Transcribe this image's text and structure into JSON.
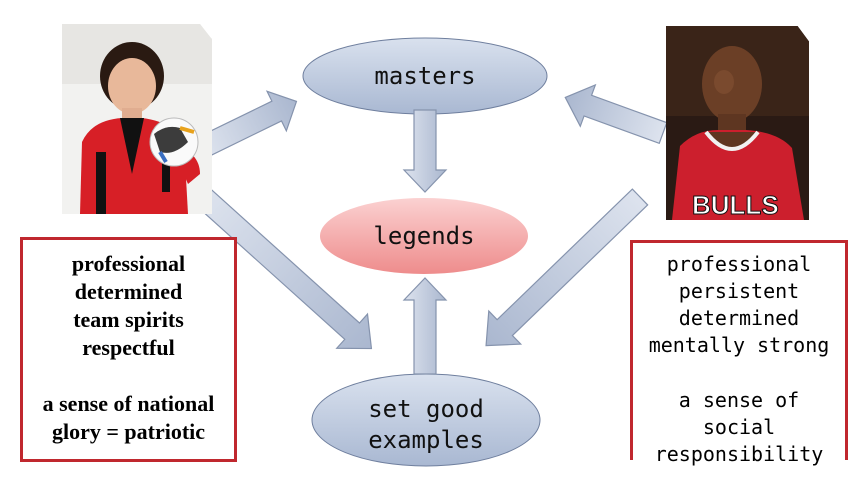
{
  "diagram": {
    "nodes": {
      "masters": "masters",
      "legends": "legends",
      "examples_line1": "set good",
      "examples_line2": "examples"
    },
    "left_box": {
      "lines": [
        "professional",
        "determined",
        "team spirits",
        "respectful"
      ],
      "extra_lines": [
        "a sense of national",
        "glory = patriotic"
      ]
    },
    "right_box": {
      "lines": [
        "professional",
        "persistent",
        "determined",
        "mentally strong"
      ],
      "extra_lines": [
        "a sense of",
        "social",
        "responsibility"
      ]
    },
    "left_photo": {
      "subject": "volleyball-coach-with-ball"
    },
    "right_photo": {
      "subject": "basketball-player-bulls-jersey"
    },
    "colors": {
      "ellipse_blue": "#b9c6dc",
      "ellipse_pink": "#f4a9a9",
      "arrow_fill": "#c7d1e3",
      "arrow_stroke": "#8593ad",
      "box_border": "#c0282e"
    }
  }
}
